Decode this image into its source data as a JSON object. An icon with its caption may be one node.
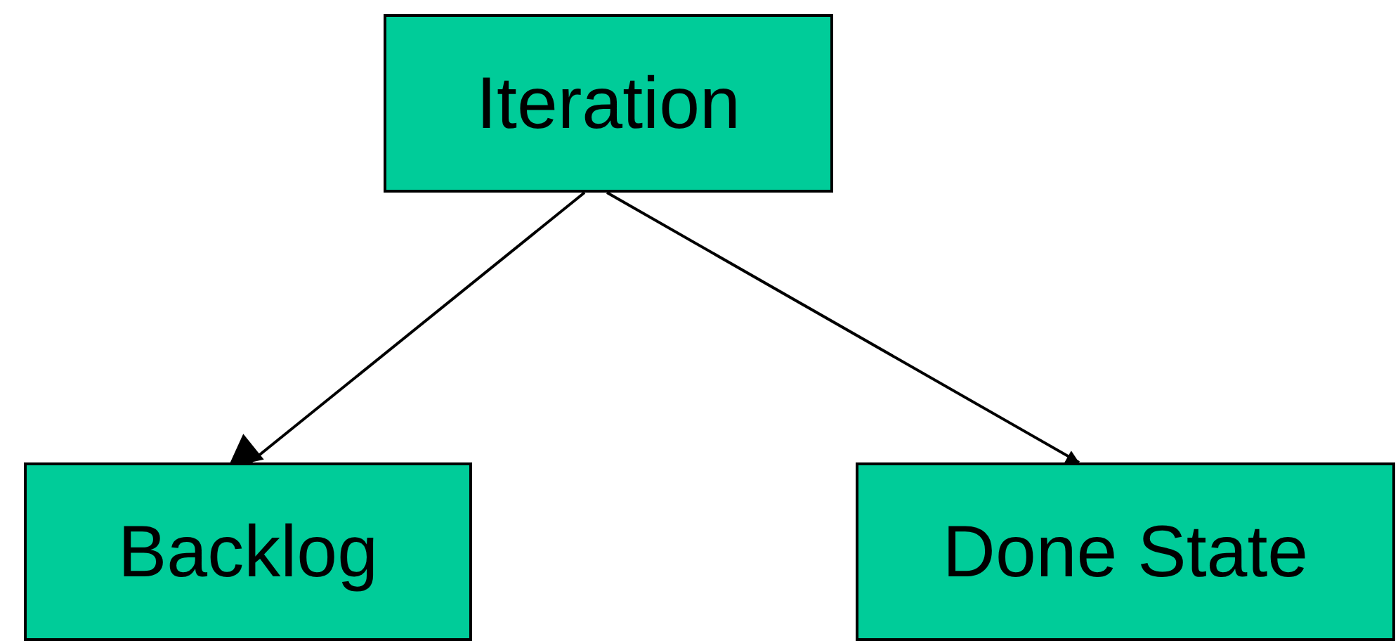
{
  "diagram": {
    "nodes": [
      {
        "text": [
          "Iteration"
        ]
      },
      {
        "text": [
          "Backlog"
        ]
      },
      {
        "text": [
          "Done State"
        ]
      }
    ],
    "edges": [
      {
        "from": 0,
        "to": 1,
        "arrow": "to"
      },
      {
        "from": 0,
        "to": 2,
        "arrow": "to"
      }
    ]
  }
}
